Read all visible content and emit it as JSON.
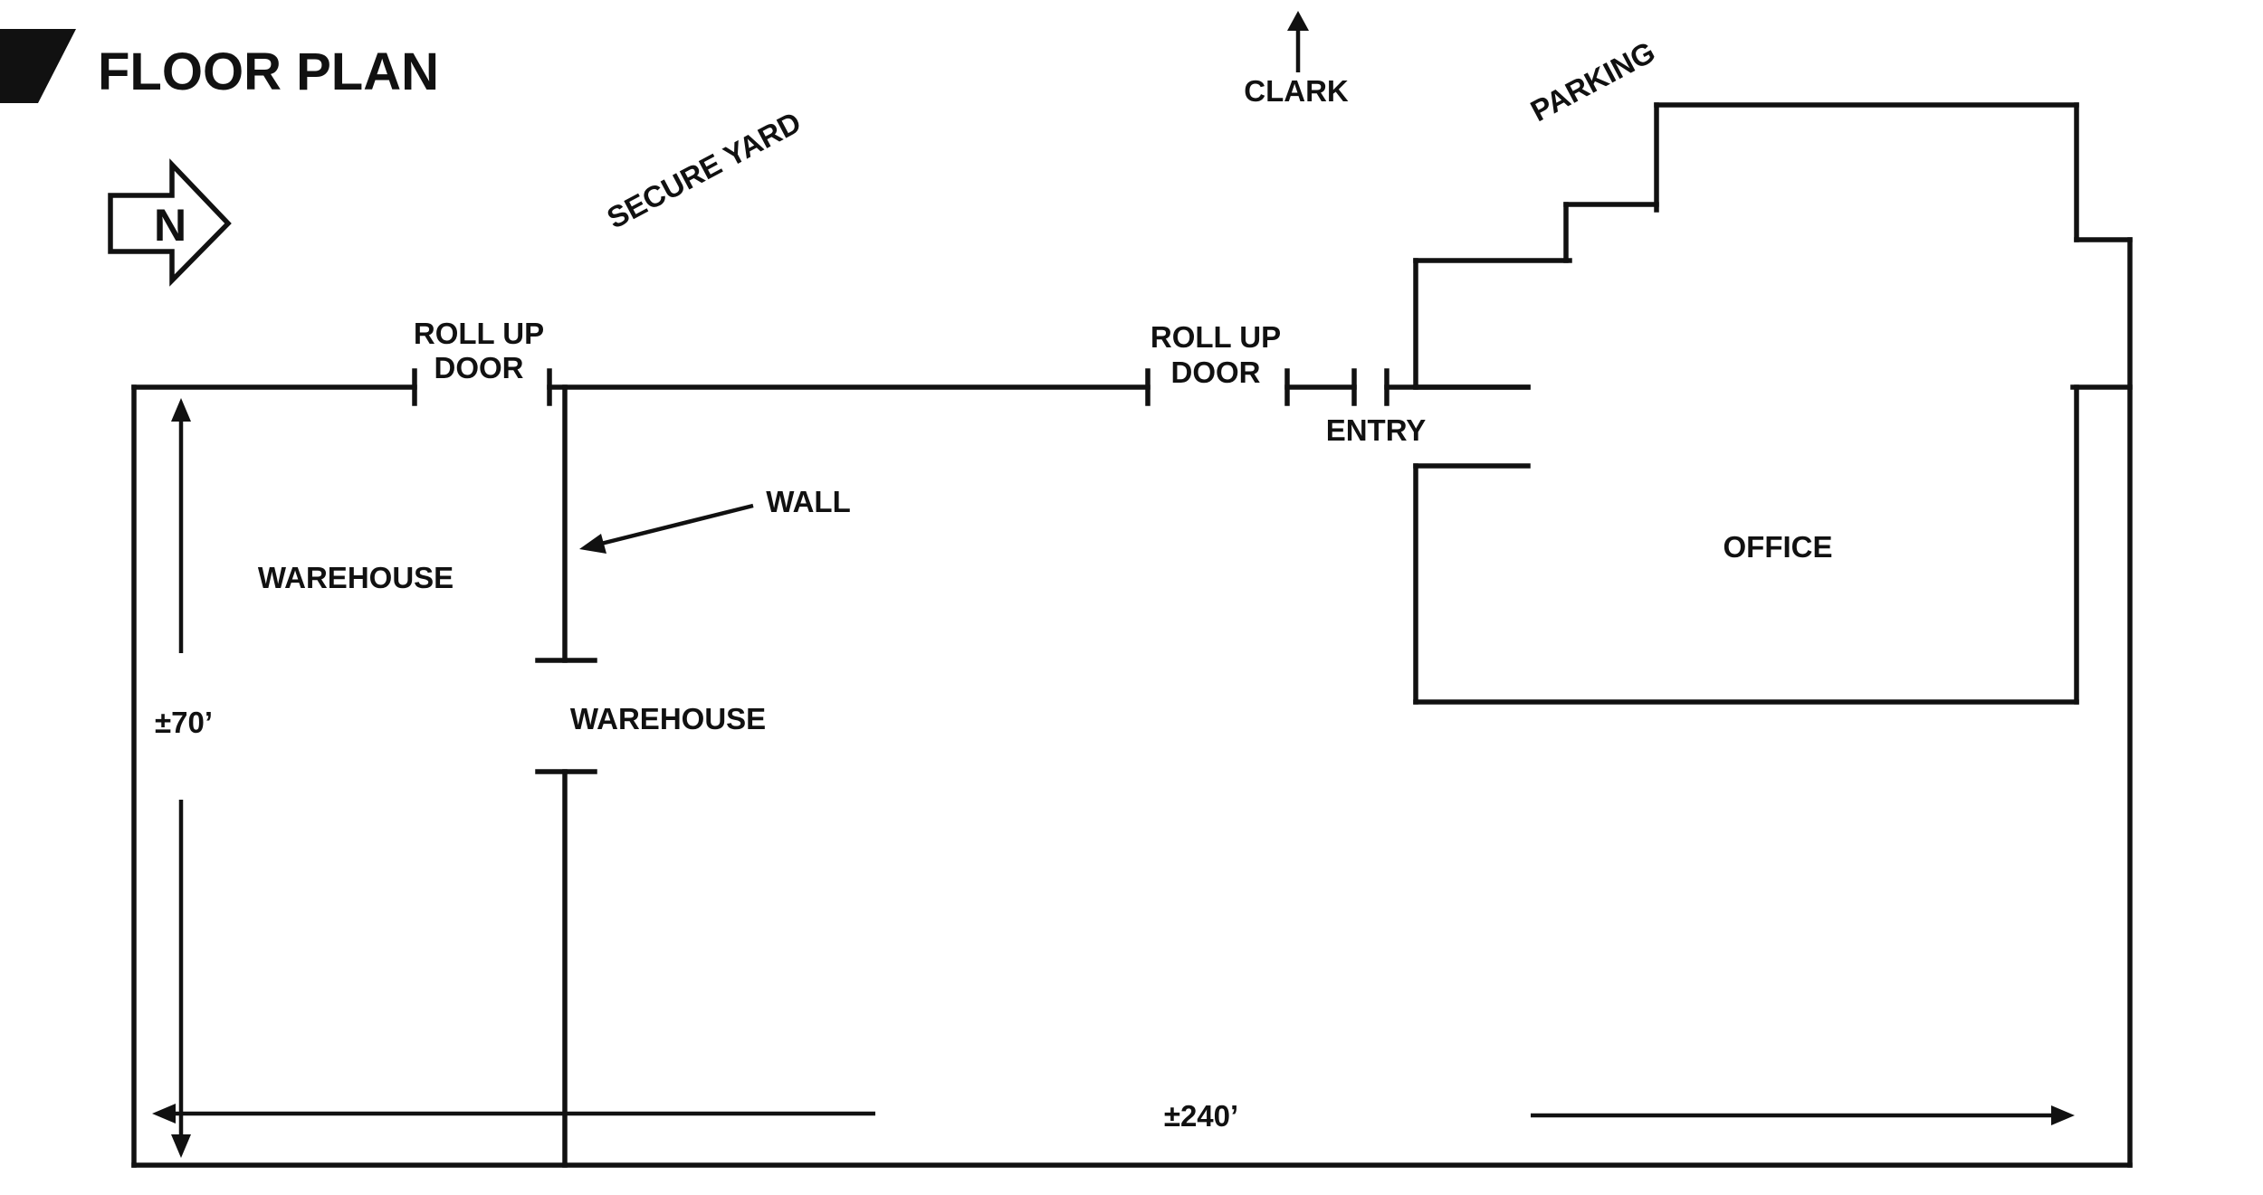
{
  "header": {
    "title": "FLOOR PLAN",
    "north_letter": "N"
  },
  "labels": {
    "clark": "CLARK",
    "parking": "PARKING",
    "secure_yard": "SECURE YARD",
    "roll_up_door": [
      "ROLL UP",
      "DOOR"
    ],
    "entry": "ENTRY",
    "wall": "WALL",
    "office": "OFFICE",
    "warehouse_left": "WAREHOUSE",
    "warehouse_center": "WAREHOUSE"
  },
  "dimensions": {
    "height": "±70’",
    "width": "±240’"
  },
  "colors": {
    "ink": "#111111",
    "background": "#ffffff"
  },
  "icons": [
    "north-arrow-icon",
    "up-arrow-icon"
  ]
}
